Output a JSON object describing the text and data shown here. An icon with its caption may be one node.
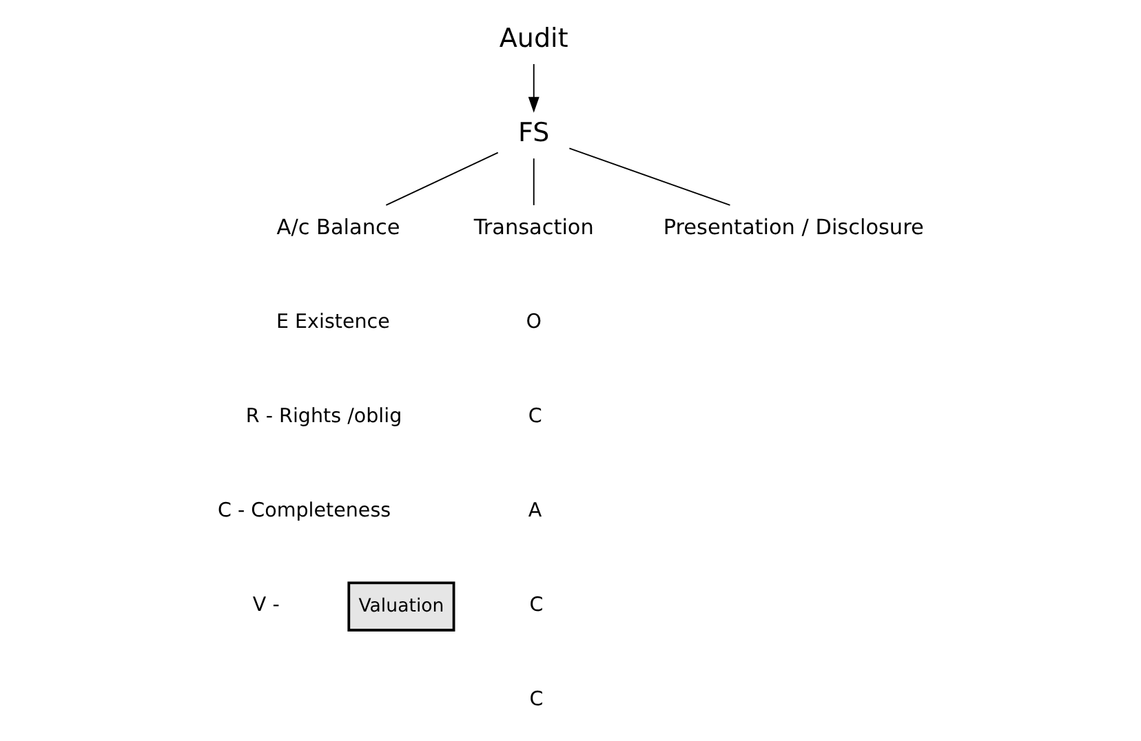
{
  "diagram": {
    "nodes": [
      {
        "text": [
          "Audit"
        ]
      },
      {
        "text": [
          "FS"
        ]
      },
      {
        "text": [
          "A/c Balance"
        ]
      },
      {
        "text": [
          "Transaction"
        ]
      },
      {
        "text": [
          "Presentation / Disclosure"
        ]
      },
      {
        "text": [
          "Valuation"
        ]
      }
    ],
    "edges": [
      {
        "from": 0,
        "to": 1,
        "arrow": "to"
      },
      {
        "from": 1,
        "to": 2,
        "arrow": "none"
      },
      {
        "from": 1,
        "to": 3,
        "arrow": "none"
      },
      {
        "from": 1,
        "to": 4,
        "arrow": "none"
      }
    ],
    "labels": [
      "E Existence",
      "R - Rights /oblig",
      "C - Completeness",
      "V -",
      "O",
      "C",
      "A",
      "C",
      "C"
    ]
  }
}
